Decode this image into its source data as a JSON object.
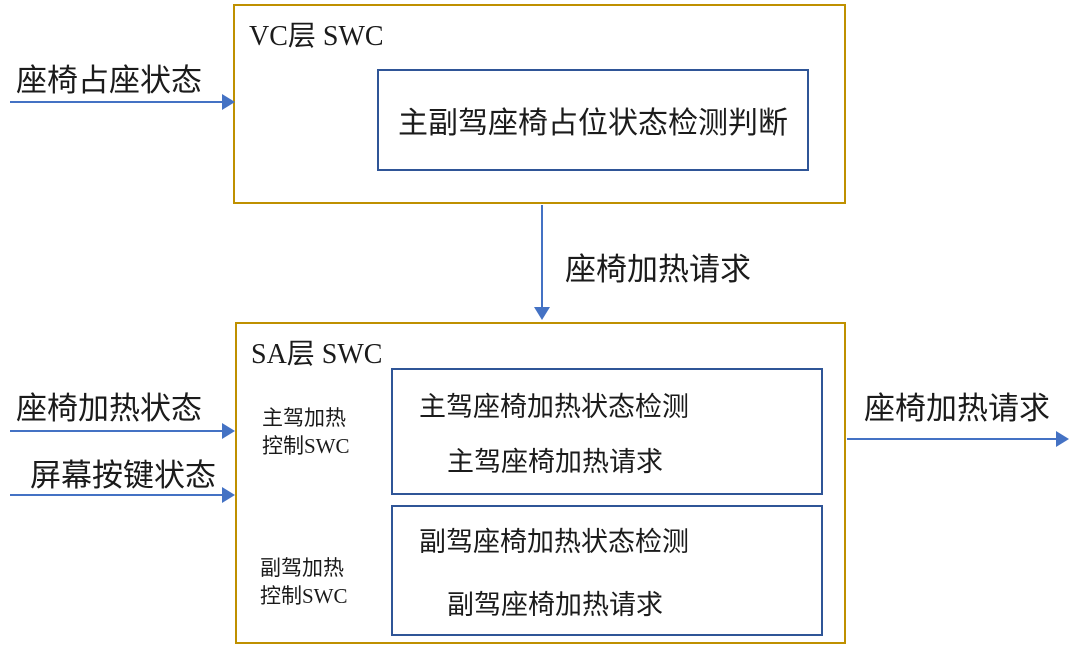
{
  "colors": {
    "outer_box_border": "#BF9000",
    "inner_box_border": "#2F5597",
    "arrow": "#4472C4",
    "text": "#1B1B1B",
    "background": "#FFFFFF"
  },
  "vc": {
    "title": "VC层 SWC",
    "inner_component": "主副驾座椅占位状态检测判断"
  },
  "sa": {
    "title": "SA层 SWC",
    "driver": {
      "side_label_line1": "主驾加热",
      "side_label_line2": "控制SWC",
      "component_line1": "主驾座椅加热状态检测",
      "component_line2": "主驾座椅加热请求"
    },
    "passenger": {
      "side_label_line1": "副驾加热",
      "side_label_line2": "控制SWC",
      "component_line1": "副驾座椅加热状态检测",
      "component_line2": "副驾座椅加热请求"
    }
  },
  "arrows": {
    "seat_occupancy_in": {
      "label": "座椅占座状态"
    },
    "heating_request_mid": {
      "label": "座椅加热请求"
    },
    "seat_heating_status_in": {
      "label": "座椅加热状态"
    },
    "screen_button_in": {
      "label": "屏幕按键状态"
    },
    "heating_request_out": {
      "label": "座椅加热请求"
    }
  }
}
